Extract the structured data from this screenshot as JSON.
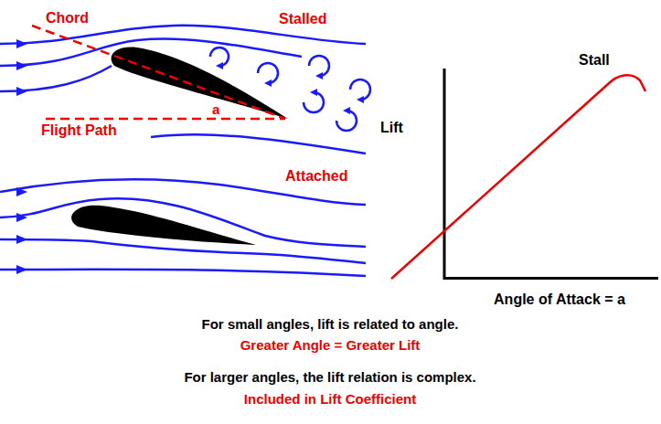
{
  "diagram": {
    "labels": [
      "Chord",
      "Stalled",
      "a",
      "Flight Path",
      "Attached",
      "Stall",
      "Lift",
      "Angle of Attack = a",
      "For small angles, lift is related to angle.",
      "Greater Angle = Greater Lift",
      "For larger angles, the lift relation is complex.",
      "Included in Lift Coefficient"
    ]
  }
}
